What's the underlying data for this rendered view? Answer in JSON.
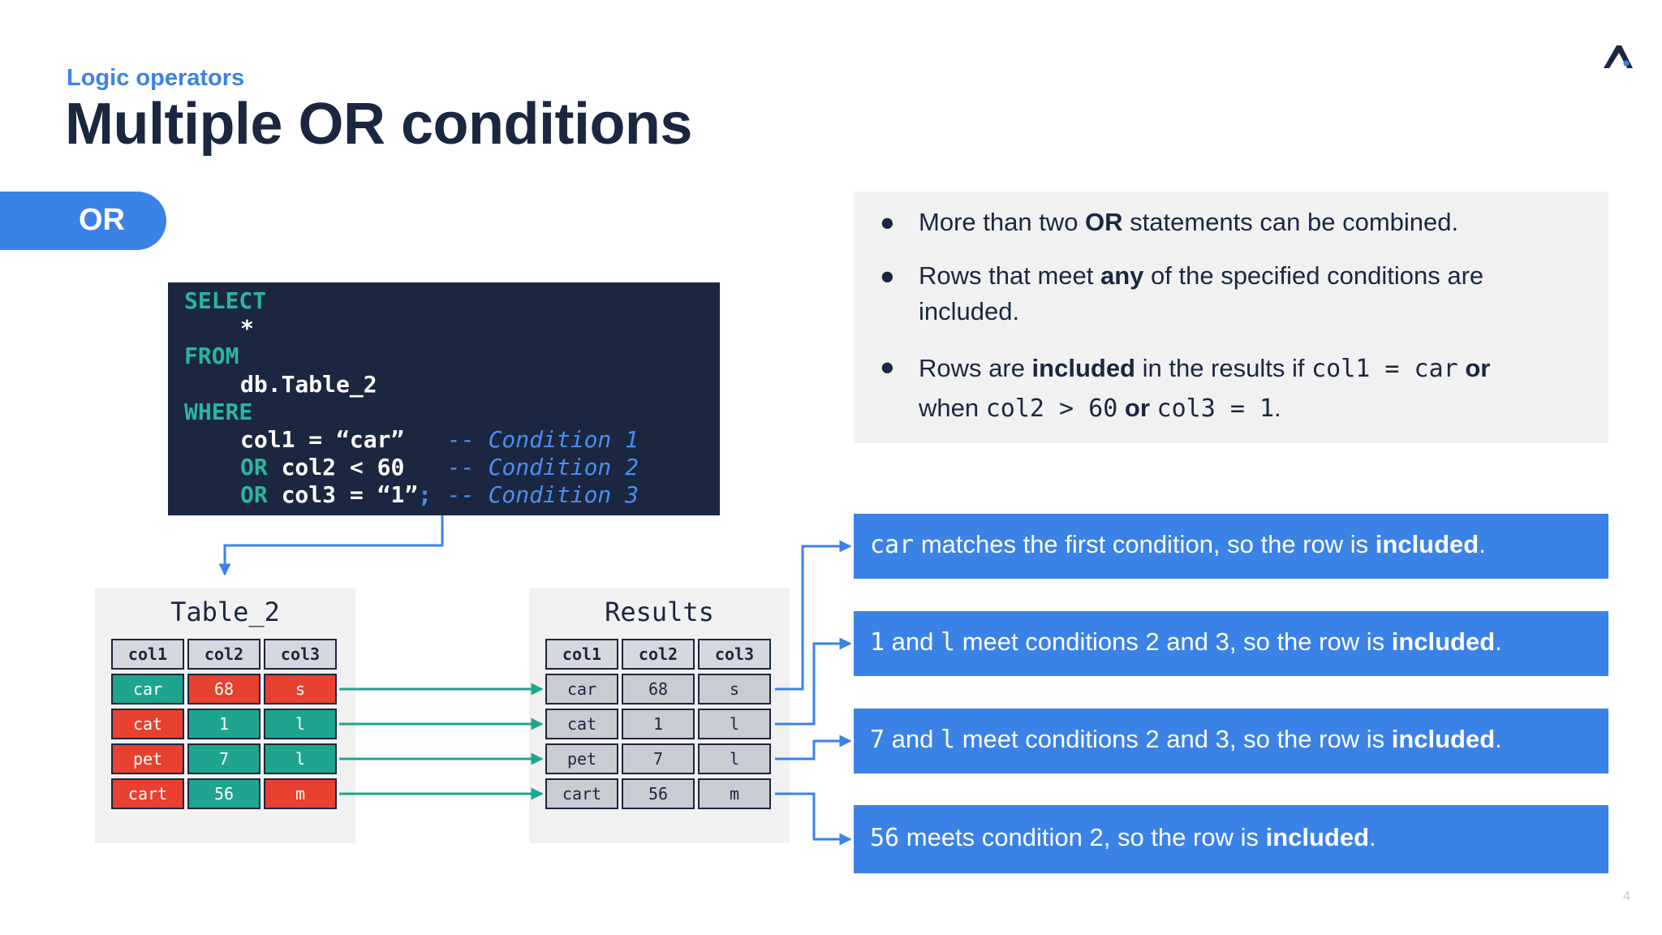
{
  "header": {
    "kicker": "Logic operators",
    "title": "Multiple OR conditions"
  },
  "or_pill": {
    "label": "OR"
  },
  "code": {
    "select_kw": "SELECT",
    "star": "*",
    "from_kw": "FROM",
    "table": "db.Table_2",
    "where_kw": "WHERE",
    "line1_expr": "col1 = “car”",
    "line1_comment": "-- Condition 1",
    "or_kw": "OR",
    "line2_expr": "col2 < 60",
    "line2_comment": "-- Condition 2",
    "line3_expr": "col3 = “1”",
    "line3_semicolon": ";",
    "line3_comment": "-- Condition 3"
  },
  "notes": {
    "b1_a": "More than two ",
    "b1_bold": "OR",
    "b1_b": " statements can be combined.",
    "b2_a": "Rows that meet ",
    "b2_bold": "any",
    "b2_b": " of the specified conditions are",
    "b2_c": "included.",
    "b3_a": "Rows are ",
    "b3_bold": "included",
    "b3_b": " in the results if ",
    "b3_code1": "col1 = car",
    "b3_or1": "or",
    "b3_c": "when ",
    "b3_code2": "col2 > 60",
    "b3_or2": "or",
    "b3_code3": "col3 = 1",
    "b3_end": "."
  },
  "table2": {
    "title": "Table_2",
    "headers": [
      "col1",
      "col2",
      "col3"
    ],
    "rows": [
      [
        "car",
        "68",
        "s"
      ],
      [
        "cat",
        "1",
        "l"
      ],
      [
        "pet",
        "7",
        "l"
      ],
      [
        "cart",
        "56",
        "m"
      ]
    ]
  },
  "results": {
    "title": "Results",
    "headers": [
      "col1",
      "col2",
      "col3"
    ],
    "rows": [
      [
        "car",
        "68",
        "s"
      ],
      [
        "cat",
        "1",
        "l"
      ],
      [
        "pet",
        "7",
        "l"
      ],
      [
        "cart",
        "56",
        "m"
      ]
    ]
  },
  "explanations": {
    "e1_code": "car",
    "e1_text": " matches the first condition, so the row is ",
    "e1_bold": "included",
    "e1_end": ".",
    "e2_code1": "1",
    "e2_and": " and ",
    "e2_code2": "l",
    "e2_text": " meet conditions 2 and 3, so the row is ",
    "e2_bold": "included",
    "e2_end": ".",
    "e3_code1": "7",
    "e3_and": " and ",
    "e3_code2": "l",
    "e3_text": " meet conditions 2 and 3, so the row is ",
    "e3_bold": "included",
    "e3_end": ".",
    "e4_code": "56",
    "e4_text": " meets condition 2, so the row is ",
    "e4_bold": "included",
    "e4_end": "."
  },
  "page_number": "4",
  "colors": {
    "navy": "#1b2640",
    "blue": "#3b82e6",
    "teal": "#2bb5a0",
    "red": "#e8412f",
    "green": "#1fa58d",
    "grey": "#f1f1f2"
  }
}
